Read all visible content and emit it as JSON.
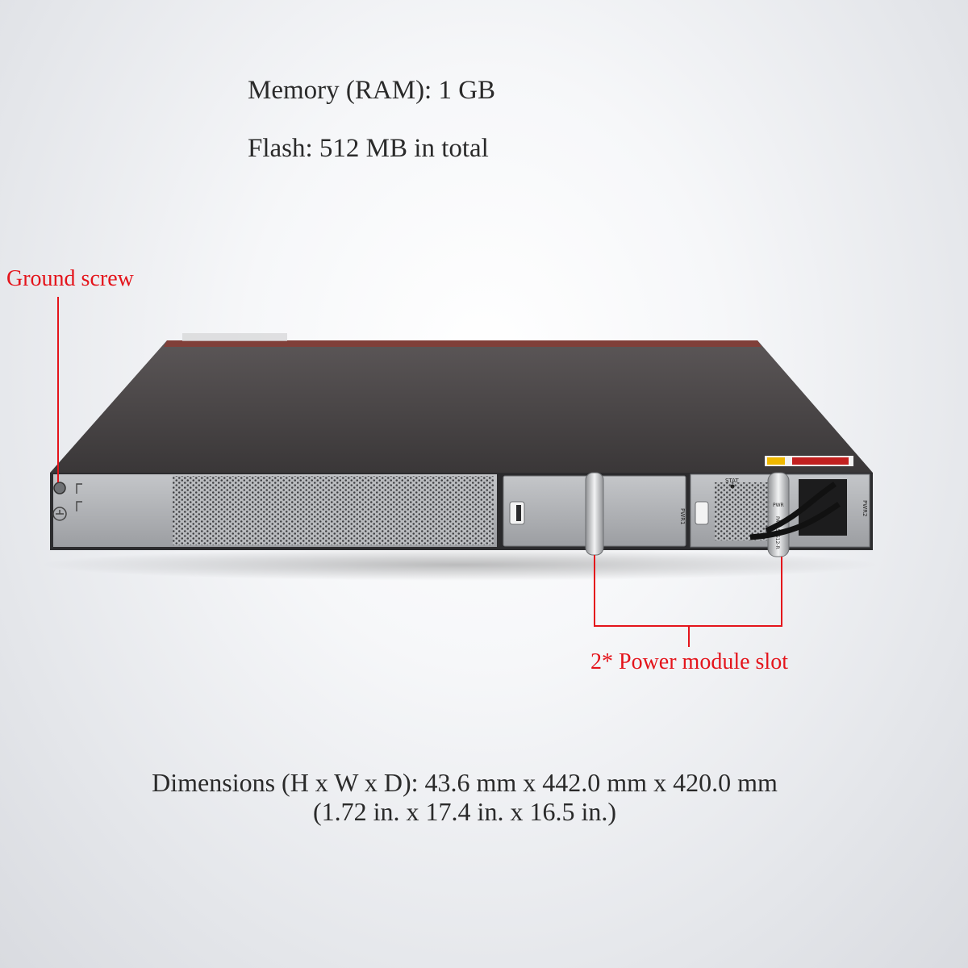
{
  "specs": {
    "memory": "Memory (RAM): 1 GB",
    "flash": "Flash: 512 MB in total"
  },
  "callouts": {
    "ground_screw": "Ground screw",
    "power_slot": "2* Power module slot"
  },
  "dimensions": {
    "metric": "Dimensions (H x W x D): 43.6 mm x 442.0 mm x 420.0 mm",
    "imperial": "(1.72 in. x 17.4 in. x 16.5 in.)"
  },
  "panel_labels": {
    "stat": "STAT",
    "pwr": "PWR",
    "pwr1": "PWR1",
    "pwr2": "PWR2",
    "psu_model": "PAC150S12-R"
  },
  "colors": {
    "callout": "#e4141b",
    "chassis_top": "#4a4647",
    "panel": "#a9abae",
    "accent_stripe": "#8a3a32"
  }
}
